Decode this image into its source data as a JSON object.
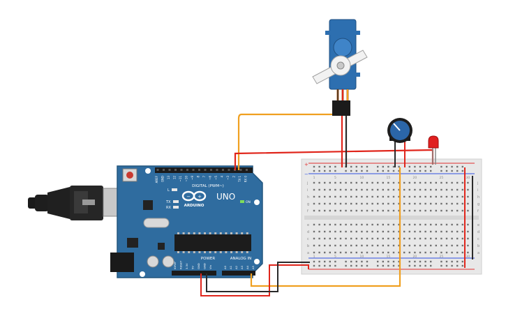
{
  "board": {
    "brand_label": "ARDUINO",
    "model_label": "UNO",
    "digital_header_label": "DIGITAL (PWM~)",
    "power_header_label": "POWER",
    "analog_header_label": "ANALOG IN",
    "on_label": "ON",
    "led_l_label": "L",
    "led_tx_label": "TX",
    "led_rx_label": "RX",
    "digital_pins": [
      "AREF",
      "GND",
      "13",
      "12",
      "~11",
      "~10",
      "~9",
      "8",
      "7",
      "~6",
      "~5",
      "4",
      "~3",
      "2",
      "TX 1",
      "RX 0"
    ],
    "power_pins": [
      "IOREF",
      "RESET",
      "3.3V",
      "5V",
      "GND",
      "GND",
      "Vin"
    ],
    "analog_pins": [
      "A0",
      "A1",
      "A2",
      "A3",
      "A4",
      "A5"
    ]
  },
  "breadboard": {
    "top_row_letters": [
      "j",
      "i",
      "h",
      "g",
      "f"
    ],
    "bottom_row_letters": [
      "e",
      "d",
      "c",
      "b",
      "a"
    ],
    "column_numbers": [
      "1",
      "5",
      "10",
      "15",
      "20",
      "25",
      "30"
    ],
    "rail_plus": "+",
    "rail_minus": "−"
  },
  "colors": {
    "board_blue": "#2f6c9f",
    "board_dark": "#1f4f78",
    "wire_red": "#e0251b",
    "wire_black": "#2a2a2a",
    "wire_orange": "#f0a020",
    "breadboard_bg": "#e8e8e8",
    "servo_blue": "#2d6fb0",
    "pot_blue": "#2b66a8",
    "led_red": "#e02020"
  },
  "components": [
    "usb-cable",
    "arduino-uno",
    "breadboard",
    "servo-motor",
    "potentiometer",
    "red-led"
  ]
}
